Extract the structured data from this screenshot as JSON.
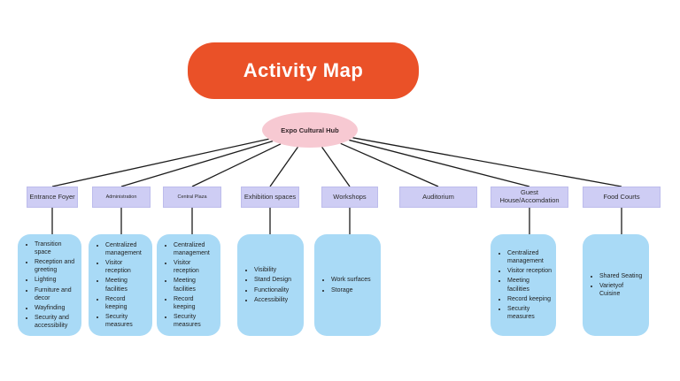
{
  "title": "Activity Map",
  "hub": {
    "label": "Expo Cultural Hub"
  },
  "colors": {
    "title_bg": "#ea5128",
    "title_text": "#ffffff",
    "hub_bg": "#f7c9d2",
    "category_bg": "#cecdf4",
    "category_border": "#bdbcec",
    "detail_bg": "#a9daf6",
    "line": "#1c1c1c"
  },
  "categories": [
    {
      "label": "Entrance Foyer",
      "details": [
        "Transition space",
        "Reception and greeting",
        "Lighting",
        "Furniture and decor",
        "Wayfinding",
        "Security and accessibility"
      ]
    },
    {
      "label": "Administration",
      "details": [
        "Centralized management",
        "Visitor reception",
        "Meeting facilities",
        "Record keeping",
        "Security measures"
      ]
    },
    {
      "label": "Central Plaza",
      "details": [
        "Centralized management",
        "Visitor reception",
        "Meeting facilities",
        "Record keeping",
        "Security measures"
      ]
    },
    {
      "label": "Exhibition spaces",
      "details": [
        "Visibility",
        "Stand Design",
        "Functionality",
        "Accessibility"
      ]
    },
    {
      "label": "Workshops",
      "details": [
        "Work surfaces",
        "Storage"
      ]
    },
    {
      "label": "Auditorium",
      "details": []
    },
    {
      "label": "Guest House/Accomdation",
      "details": [
        "Centralized management",
        "Visitor reception",
        "Meeting facilities",
        "Record keeping",
        "Security measures"
      ]
    },
    {
      "label": "Food Courts",
      "details": [
        "Shared Seating",
        "Varietyof Cuisine"
      ]
    }
  ]
}
